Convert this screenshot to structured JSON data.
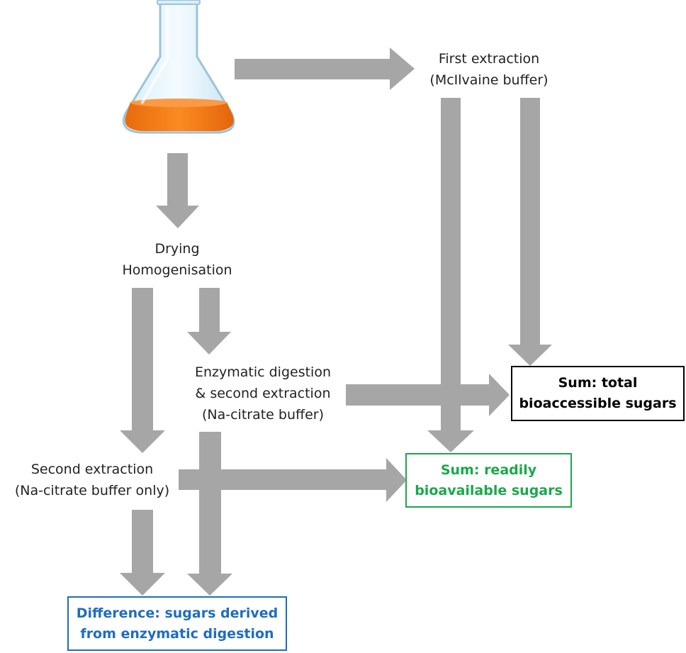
{
  "colors": {
    "arrow": "#a6a6a6",
    "text": "#222222",
    "total_box": "#000000",
    "readily_box": "#1aa84b",
    "difference_box": "#1f6dc0",
    "flask_liquid": "#f47b16",
    "flask_glass": "#bfe0ef"
  },
  "icons": {
    "flask": "erlenmeyer-flask-icon"
  },
  "steps": {
    "first_extraction": {
      "line1": "First extraction",
      "line2": "(McIlvaine buffer)"
    },
    "drying": {
      "line1": "Drying",
      "line2": "Homogenisation"
    },
    "enzymatic": {
      "line1": "Enzymatic digestion",
      "line2": "& second extraction",
      "line3": "(Na-citrate buffer)"
    },
    "second_extraction": {
      "line1": "Second extraction",
      "line2": "(Na-citrate buffer only)"
    }
  },
  "results": {
    "total": {
      "line1": "Sum: total",
      "line2": "bioaccessible sugars"
    },
    "readily": {
      "line1": "Sum: readily",
      "line2": "bioavailable sugars"
    },
    "difference": {
      "line1": "Difference: sugars derived",
      "line2": "from enzymatic digestion"
    }
  }
}
